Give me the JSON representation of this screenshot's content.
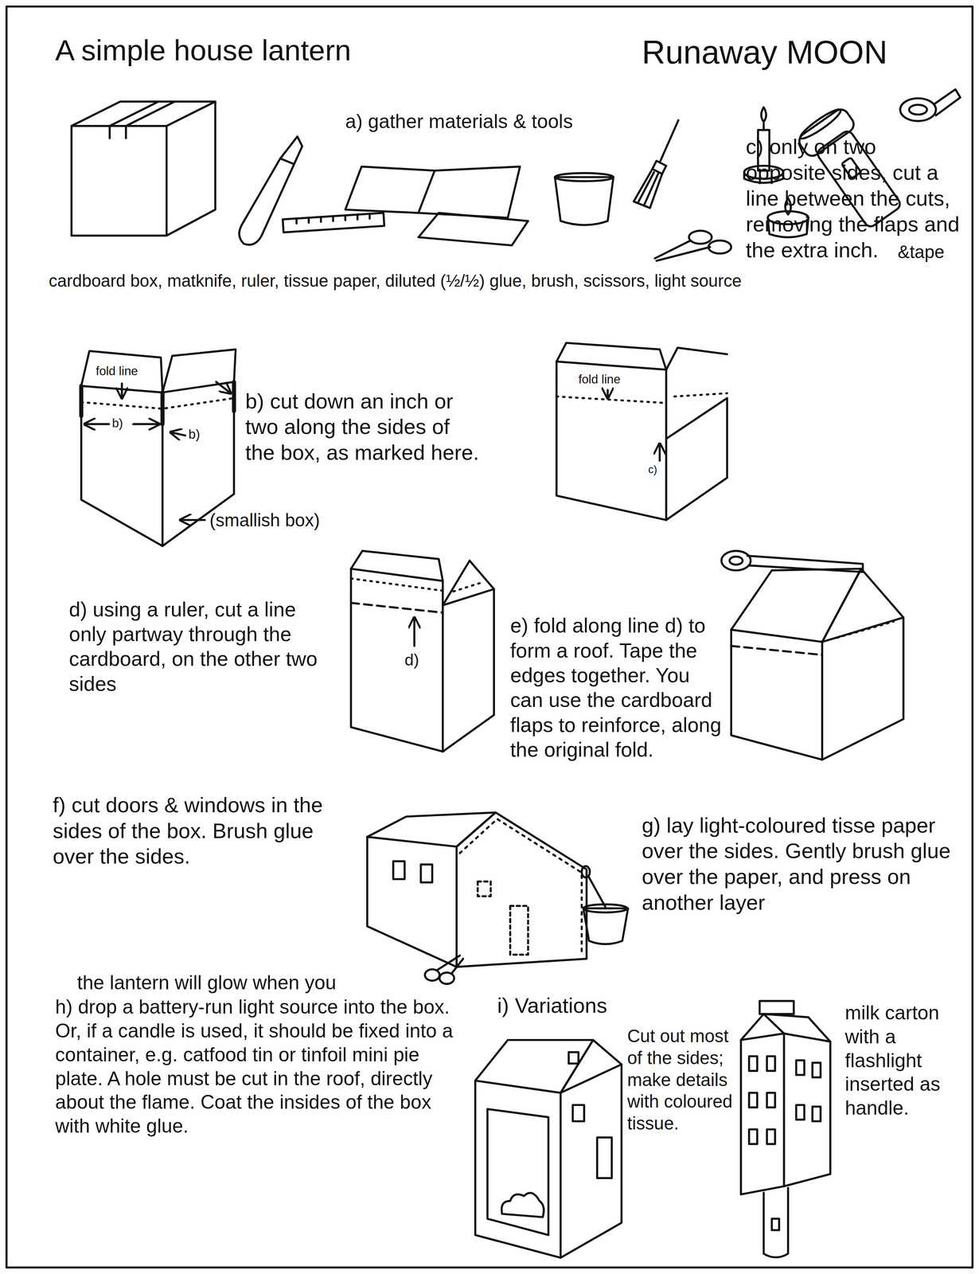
{
  "diagram": {
    "title": "A simple house lantern",
    "labels": [
      "Runaway MOON",
      "a) gather materials & tools",
      "&tape",
      "cardboard box, matknife, ruler, tissue paper, diluted (½/½) glue, brush, scissors, light source",
      "fold line",
      "b)",
      "b)",
      "b) cut down an inch or two along the sides of the box, as marked here.",
      "(smallish box)",
      "fold line",
      "c)",
      "c) only on two opposite sides, cut a line between the cuts, removing the flaps and the extra inch.",
      "d) using a ruler, cut a line only partway through the cardboard, on the other two sides",
      "d)",
      "e) fold along line d) to form a roof. Tape the edges together. You can use the cardboard flaps to reinforce, along the original fold.",
      "f) cut doors & windows in the sides of the box. Brush glue over the sides.",
      "g) lay light-coloured tisse paper over the sides. Gently brush glue over the paper, and press on another layer",
      "the lantern will glow when you",
      "h) drop a battery-run light source into the box. Or, if a candle is used, it should be fixed into a container, e.g. catfood tin or tinfoil mini pie plate. A hole must be cut in the roof, directly about the flame. Coat the insides of the box with white glue.",
      "i) Variations",
      "Cut out most of the sides; make details with coloured tissue.",
      "milk carton with a flashlight inserted as handle."
    ]
  }
}
